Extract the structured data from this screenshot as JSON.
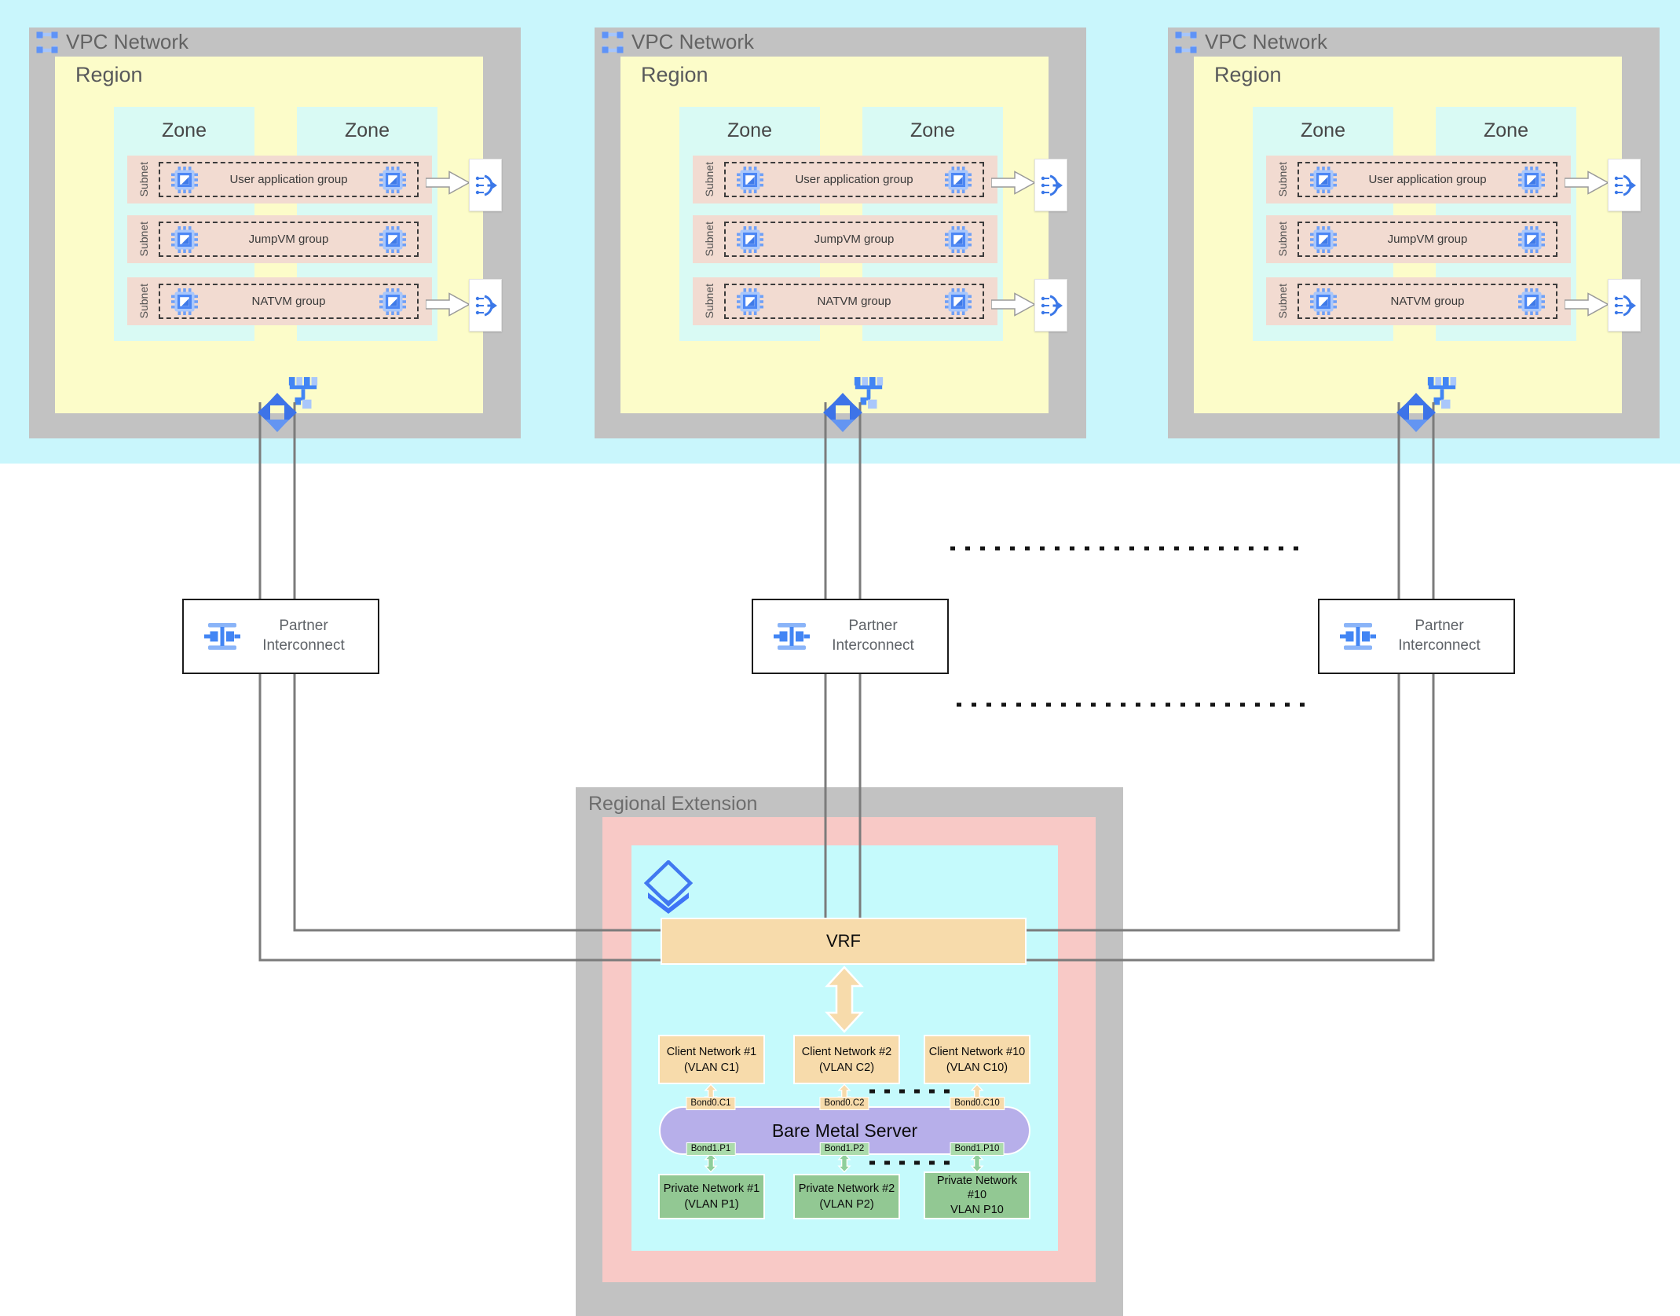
{
  "palette": {
    "band_cyan": "#C9F6FC",
    "vpc_gray": "#C2C2C2",
    "region_yellow": "#FCFCC9",
    "zone_cyan": "#D9FAF4",
    "subnet_pink": "#F2DBD1",
    "extension_pink": "#F8C9C6",
    "extension_cyan": "#C5FAFC",
    "tan": "#F7DBAB",
    "lavender": "#B7AFEA",
    "green": "#92C893",
    "bond_green": "#ABDBAB",
    "google_blue": "#4285F4",
    "light_blue": "#A9C7FB",
    "line_gray": "#7B7B7B"
  },
  "icons": {
    "vpc": "vpc-network-icon",
    "chip": "compute-instance-icon",
    "lb": "load-balancer-icon",
    "hub": "network-hub-icon",
    "move": "traffic-move-icon",
    "pi": "partner-interconnect-icon",
    "layers": "extension-layers-icon"
  },
  "vpcs": [
    {
      "title": "VPC Network",
      "region": "Region",
      "zone1": "Zone",
      "zone2": "Zone",
      "subnet": "Subnet",
      "groups": [
        "User application group",
        "JumpVM group",
        "NATVM group"
      ]
    },
    {
      "title": "VPC Network",
      "region": "Region",
      "zone1": "Zone",
      "zone2": "Zone",
      "subnet": "Subnet",
      "groups": [
        "User application group",
        "JumpVM group",
        "NATVM group"
      ]
    },
    {
      "title": "VPC Network",
      "region": "Region",
      "zone1": "Zone",
      "zone2": "Zone",
      "subnet": "Subnet",
      "groups": [
        "User application group",
        "JumpVM group",
        "NATVM group"
      ]
    }
  ],
  "interconnects": [
    {
      "line1": "Partner",
      "line2": "Interconnect"
    },
    {
      "line1": "Partner",
      "line2": "Interconnect"
    },
    {
      "line1": "Partner",
      "line2": "Interconnect"
    }
  ],
  "regional_extension": {
    "title": "Regional Extension",
    "vrf": "VRF",
    "bare_metal": "Bare Metal Server",
    "client_networks": [
      {
        "line1": "Client Network #1",
        "line2": "(VLAN C1)"
      },
      {
        "line1": "Client Network #2",
        "line2": "(VLAN C2)"
      },
      {
        "line1": "Client Network #10",
        "line2": "(VLAN C10)"
      }
    ],
    "client_bonds": [
      "Bond0.C1",
      "Bond0.C2",
      "Bond0.C10"
    ],
    "private_bonds": [
      "Bond1.P1",
      "Bond1.P2",
      "Bond1.P10"
    ],
    "private_networks": [
      {
        "line1": "Private Network #1",
        "line2": "(VLAN P1)"
      },
      {
        "line1": "Private Network #2",
        "line2": "(VLAN P2)"
      },
      {
        "line1": "Private Network",
        "line2": "#10",
        "line3": "VLAN P10"
      }
    ]
  }
}
